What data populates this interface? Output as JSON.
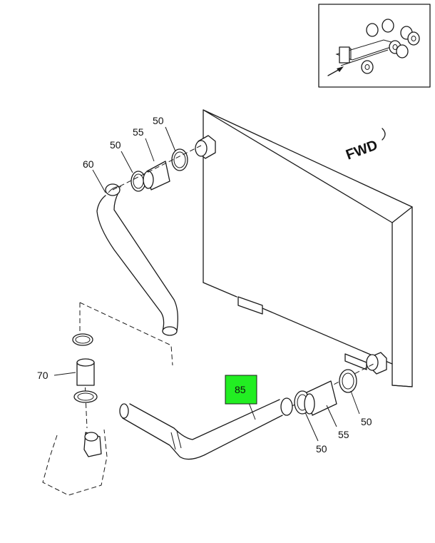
{
  "direction_label": "FWD",
  "highlight_color": "#22ee22",
  "highlighted_callout": "85",
  "callouts": [
    {
      "id": "upper_50_left",
      "text": "50"
    },
    {
      "id": "upper_55",
      "text": "55"
    },
    {
      "id": "upper_50_right",
      "text": "50"
    },
    {
      "id": "hose_60",
      "text": "60"
    },
    {
      "id": "bushing_70",
      "text": "70"
    },
    {
      "id": "hose_85",
      "text": "85"
    },
    {
      "id": "lower_50_right",
      "text": "50"
    },
    {
      "id": "lower_55",
      "text": "55"
    },
    {
      "id": "lower_50_left",
      "text": "50"
    }
  ]
}
